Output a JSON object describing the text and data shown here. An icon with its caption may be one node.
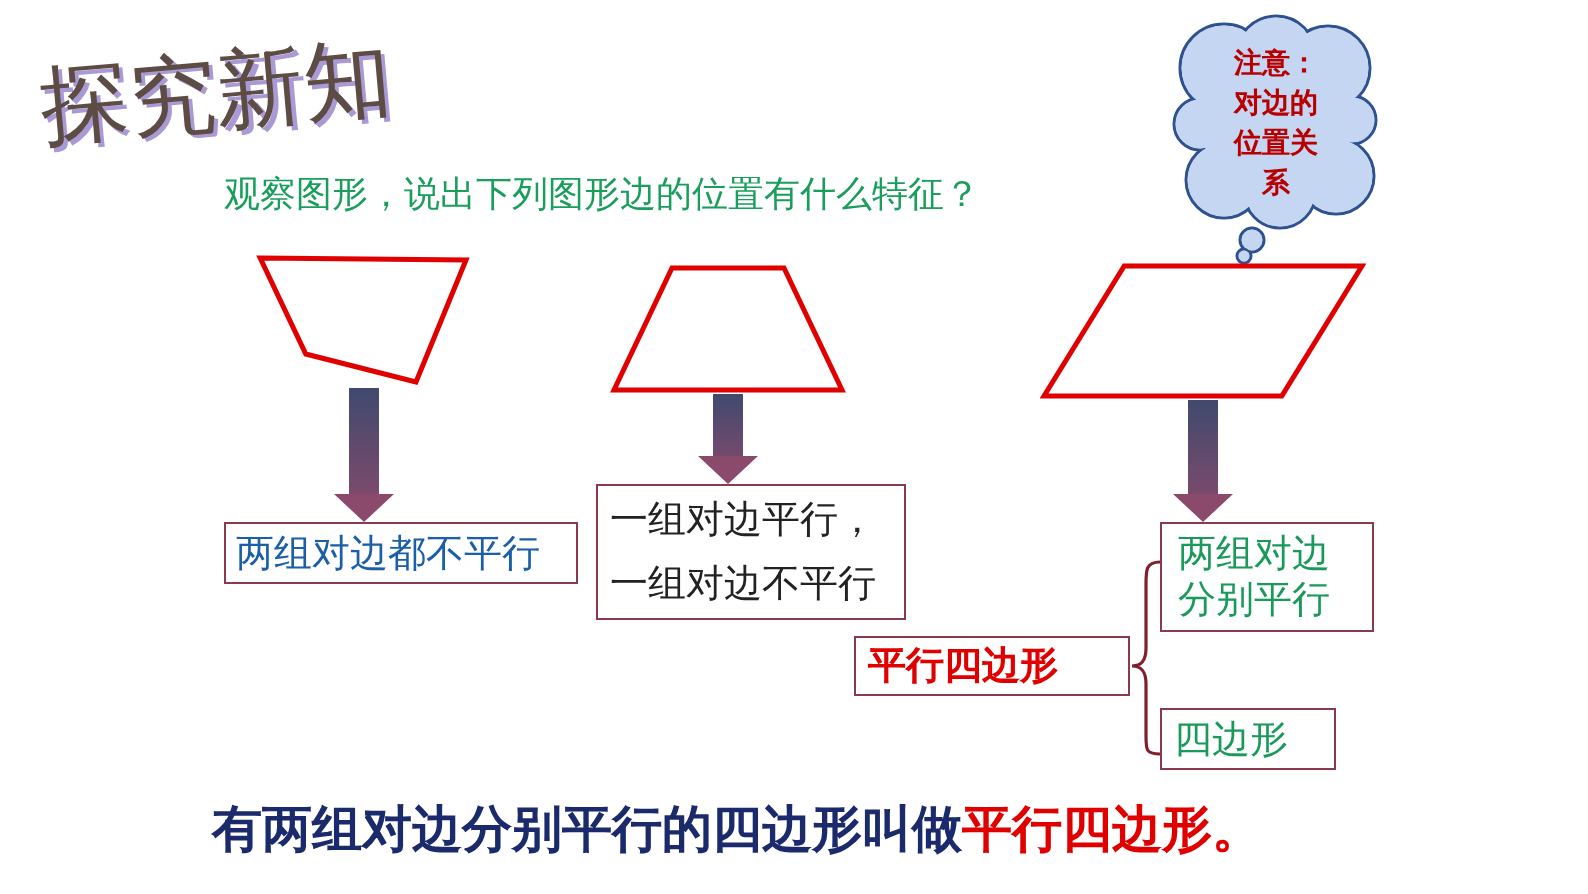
{
  "diagram": {
    "title": "探究新知",
    "nodes": [
      {
        "text": [
          "注意：对边的位置关系"
        ]
      },
      {
        "text": [],
        "shape": "quadrilateral"
      },
      {
        "text": [],
        "shape": "trapezoid"
      },
      {
        "text": [],
        "shape": "parallelogram"
      },
      {
        "text": [
          "两组对边都不平行"
        ]
      },
      {
        "text": [
          "一组对边平行，一组对边不平行"
        ]
      },
      {
        "text": [
          "两组对边分别平行"
        ]
      },
      {
        "text": [
          "平行四边形"
        ]
      },
      {
        "text": [
          "四边形"
        ]
      }
    ],
    "edges": [
      {
        "from": 1,
        "to": 4,
        "arrow": "to"
      },
      {
        "from": 2,
        "to": 5,
        "arrow": "to"
      },
      {
        "from": 3,
        "to": 6,
        "arrow": "to"
      }
    ],
    "labels": [
      "观察图形，说出下列图形边的位置有什么特征？",
      "有两组对边分别平行的四边形叫做**平行四边形。**"
    ]
  }
}
